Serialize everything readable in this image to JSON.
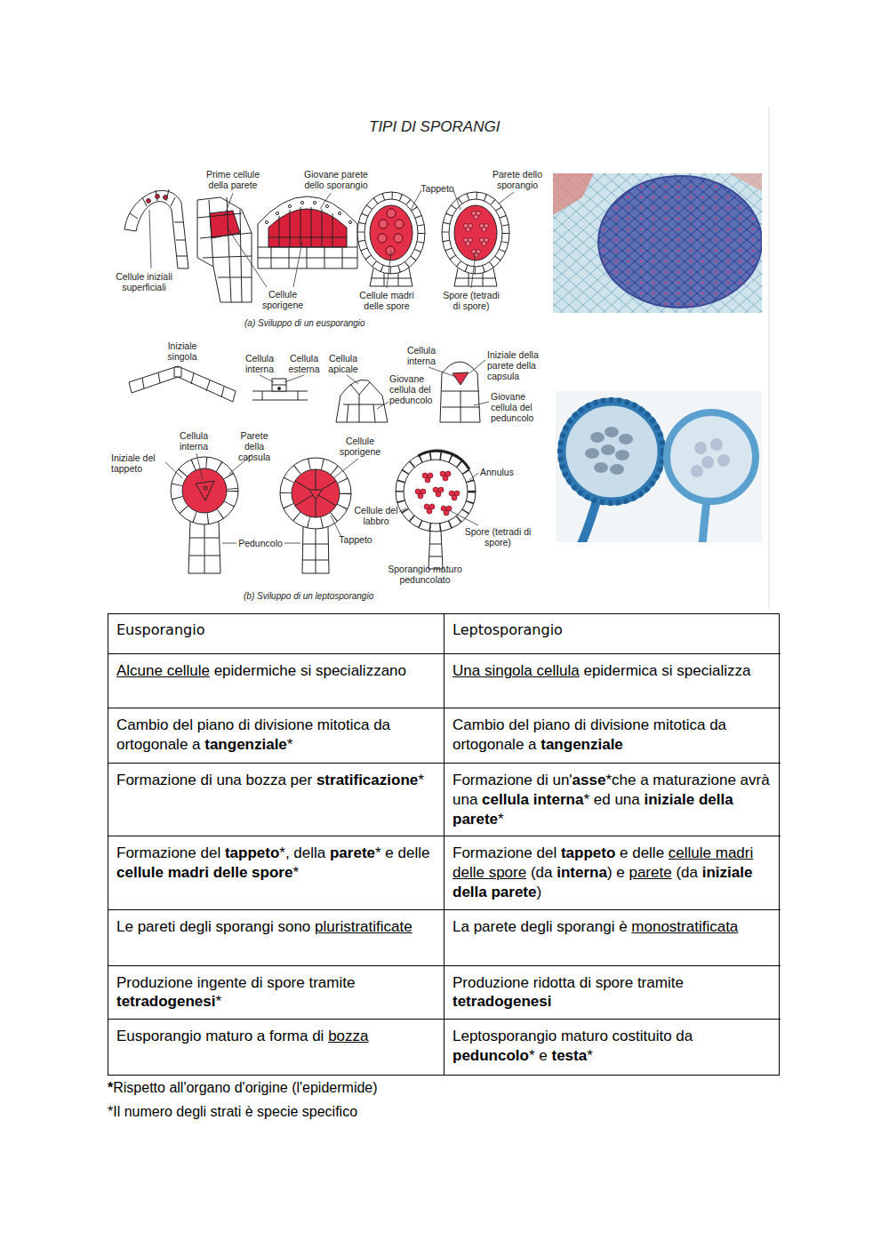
{
  "diagram": {
    "title": "TIPI DI SPORANGI",
    "labels": [
      "Prime cellule della parete",
      "Giovane parete dello sporangio",
      "Tappeto",
      "Parete dello sporangio",
      "Cellule iniziali superficiali",
      "Cellule sporigene",
      "Cellule madri delle spore",
      "Spore (tetradi di spore)",
      "(a) Sviluppo di un eusporangio",
      "Iniziale singola",
      "Cellula interna",
      "Cellula esterna",
      "Cellula apicale",
      "Cellula interna",
      "Iniziale della parete della capsula",
      "Giovane cellula del peduncolo",
      "Giovane cellula del peduncolo",
      "Cellula interna",
      "Parete della capsula",
      "Cellule sporigene",
      "Iniziale del tappeto",
      "Annulus",
      "Cellule del labbro",
      "Spore (tetradi di spore)",
      "Peduncolo",
      "Tappeto",
      "Sporangio maturo peduncolato",
      "(b) Sviluppo di un leptosporangio",
      "Eusporangio",
      "Leptosporangio",
      "Alcune cellule epidermiche si specializzano",
      "Una singola cellula epidermica si specializza",
      "Cambio del piano di divisione mitotica da ortogonale a tangenziale*",
      "Cambio del piano di divisione mitotica da ortogonale a tangenziale",
      "Formazione di una bozza per stratificazione*",
      "Formazione di un'asse*che a maturazione avrà una cellula interna* ed una iniziale della parete*",
      "Formazione del tappeto*, della parete* e delle cellule madri delle spore*",
      "Formazione del tappeto e delle cellule madri delle spore (da interna) e parete (da iniziale della parete)",
      "Le pareti degli sporangi sono pluristratificate",
      "La parete degli sporangi è monostratificata",
      "Produzione ingente di spore tramite tetradogenesi*",
      "Produzione ridotta di spore tramite tetradogenesi",
      "Eusporangio maturo a forma di bozza",
      "Leptosporangio maturo costituito da peduncolo* e testa*",
      "*Rispetto all'organo d'origine (l'epidermide)",
      "*Il numero degli strati è specie specifico"
    ]
  }
}
